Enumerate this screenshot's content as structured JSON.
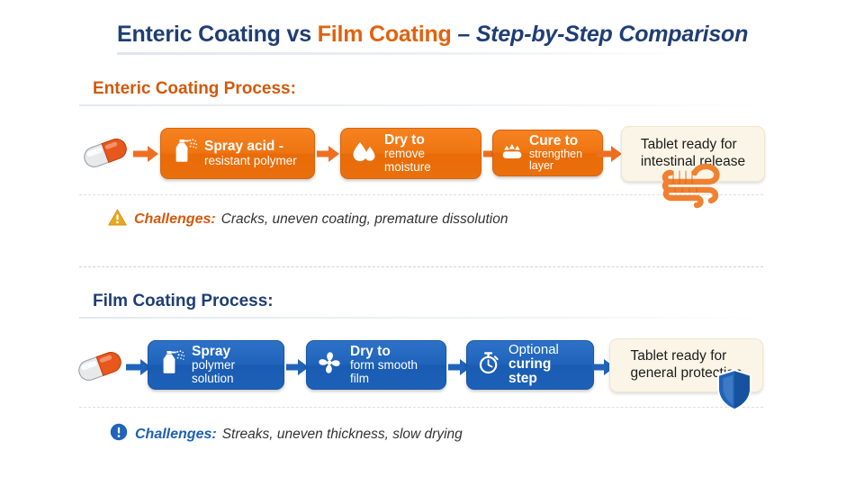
{
  "title": {
    "part1": "Enteric Coating vs ",
    "part2": "Film Coating",
    "part3": " – Step-by-Step Comparison"
  },
  "colors": {
    "enteric_orange": "#ef7511",
    "film_blue": "#1f63ba",
    "title_navy": "#1f3e74",
    "title_orange": "#e2620f",
    "cream": "#fbf5e7",
    "warning_amber": "#e8a41e"
  },
  "enteric": {
    "heading": "Enteric Coating Process:",
    "start_icon": "capsule-icon",
    "steps": [
      {
        "icon": "spray-bottle-icon",
        "line1": "Spray acid -",
        "line2": "resistant polymer",
        "emphasis": "first"
      },
      {
        "icon": "water-drops-icon",
        "line1": "Dry to",
        "line2": "remove moisture",
        "emphasis": "first"
      },
      {
        "icon": "curing-heat-icon",
        "line1": "Cure to",
        "line2": "strengthen layer",
        "emphasis": "first"
      }
    ],
    "result": {
      "line1": "Tablet ready for",
      "line2": "intestinal release",
      "icon": "intestine-icon"
    },
    "challenges": {
      "icon": "warning-triangle-icon",
      "label": "Challenges:",
      "text": "Cracks, uneven coating, premature dissolution"
    }
  },
  "film": {
    "heading": "Film Coating Process:",
    "start_icon": "capsule-icon",
    "steps": [
      {
        "icon": "spray-bottle-icon",
        "line1": "Spray",
        "line2": "polymer solution",
        "emphasis": "first"
      },
      {
        "icon": "fan-icon",
        "line1": "Dry to",
        "line2": "form smooth film",
        "emphasis": "first"
      },
      {
        "icon": "stopwatch-icon",
        "line1": "Optional",
        "line2": "curing step",
        "emphasis": "second"
      }
    ],
    "result": {
      "line1": "Tablet ready for",
      "line2": "general protection",
      "icon": "shield-icon"
    },
    "challenges": {
      "icon": "info-exclamation-icon",
      "label": "Challenges:",
      "text": "Streaks, uneven thickness, slow drying"
    }
  }
}
